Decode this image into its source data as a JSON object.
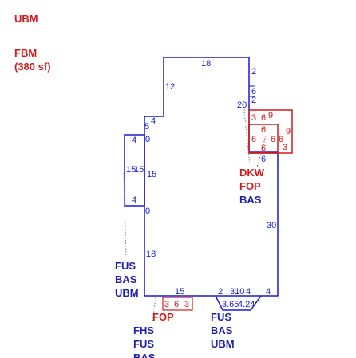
{
  "colors": {
    "outline": "#1a1ad6",
    "dimension_blue": "#1a1ad6",
    "accent_red": "#d11a1a",
    "label_navy": "#1f1fa8",
    "leader": "#7a7aa0"
  },
  "header": {
    "ubm": "UBM",
    "fbm": "FBM",
    "fbm_area": "(380 sf)"
  },
  "main_dims": {
    "top": "18",
    "upper_left": "12",
    "step_a": "5",
    "step_b": "4",
    "left_0a": "0",
    "left_15": "15",
    "left_0b": "0",
    "left_18": "18",
    "bottom_15": "15",
    "bottom_2": "2",
    "bottom_310": "310",
    "bottom_4": "4",
    "bottom_4b": "4",
    "right_2": "2",
    "right_6": "6",
    "right_2b": "2",
    "right_20": "20",
    "right_6b": "6",
    "right_30": "30"
  },
  "bay": {
    "top_4": "4",
    "width_15": "15",
    "height_15": "15",
    "bottom_4": "4"
  },
  "bump": {
    "left": "3.65",
    "right": "4.24"
  },
  "dkw_box": {
    "outer_top_3": "3",
    "outer_top_6": "6",
    "outer_top_9": "9",
    "outer_side_9": "9",
    "outer_bottom_3": "3",
    "inner_6_top": "6",
    "inner_6_left": "6",
    "inner_6_mid": "6",
    "inner_6_right": "6",
    "inner_6_bottom": "6"
  },
  "fop_box": {
    "left_3": "3",
    "mid_6": "6",
    "right_3": "3"
  },
  "labels": {
    "dkw_1": "DKW",
    "dkw_2": "FOP",
    "dkw_3": "BAS",
    "left_1": "FUS",
    "left_2": "BAS",
    "left_3": "UBM",
    "fhs_1": "FHS",
    "fhs_2": "FUS",
    "fhs_3": "BAS",
    "fop_label": "FOP",
    "bottom_1": "FUS",
    "bottom_2": "BAS",
    "bottom_3": "UBM"
  }
}
